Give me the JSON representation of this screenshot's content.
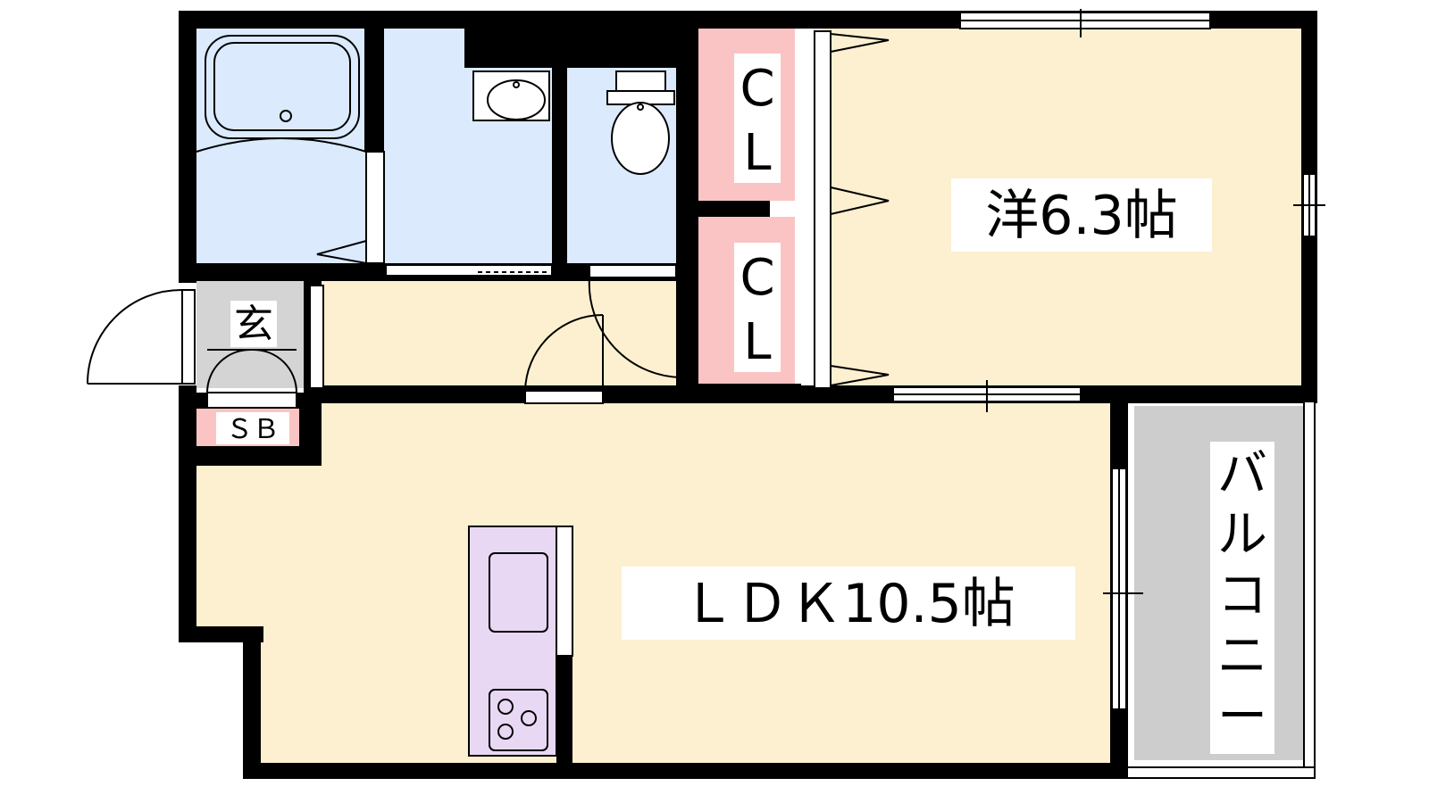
{
  "floor_plan": {
    "rooms": {
      "western_room": {
        "label": "洋6.3帖",
        "area_jo": 6.3
      },
      "ldk": {
        "label": "ＬＤＫ10.5帖",
        "area_jo": 10.5
      },
      "balcony": {
        "label": "バルコニー",
        "chars": [
          "バ",
          "ル",
          "コ",
          "ニ",
          "ー"
        ]
      },
      "entrance": {
        "label": "玄"
      },
      "shoe_box": {
        "label": "ＳＢ"
      },
      "closet_upper": {
        "label_top": "C",
        "label_bottom": "L"
      },
      "closet_lower": {
        "label_top": "C",
        "label_bottom": "L"
      }
    },
    "colors": {
      "wall": "#000000",
      "living_floor": "#fdf0d0",
      "wet_area": "#dbeafd",
      "closet": "#fbc4c4",
      "kitchen": "#e8d8f3",
      "balcony": "#cdcdcd",
      "entrance": "#d4d4d4"
    }
  }
}
